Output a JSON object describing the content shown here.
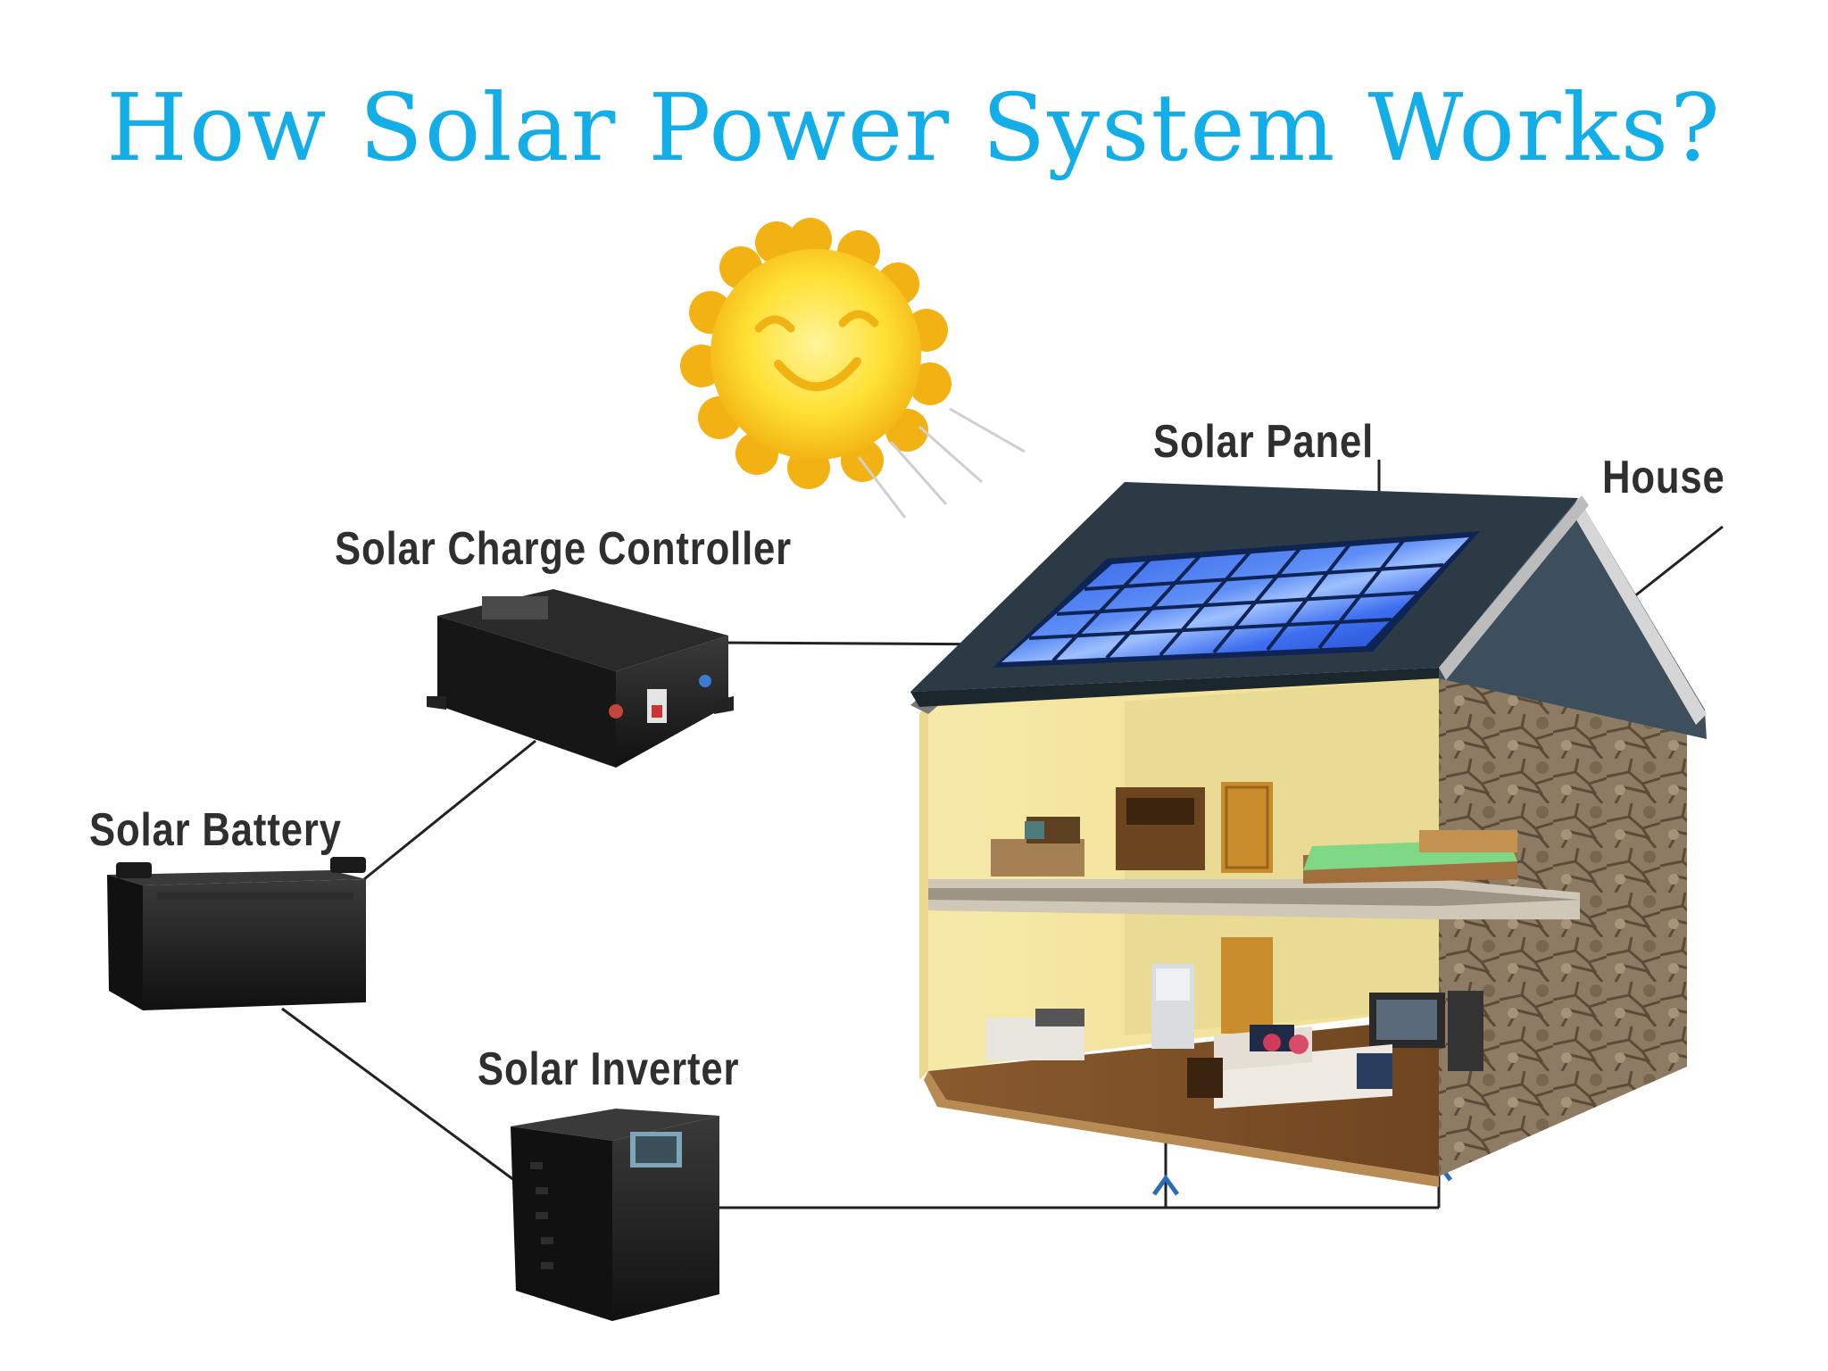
{
  "title": "How Solar Power System Works?",
  "labels": {
    "solar_panel": "Solar Panel",
    "house": "House",
    "charge_controller": "Solar Charge Controller",
    "battery": "Solar Battery",
    "inverter": "Solar Inverter"
  },
  "colors": {
    "title": "#13aee8",
    "label_text": "#2f2f2f",
    "sun": "#f5c518",
    "panel": "#1e4fd8",
    "roof": "#2a3a45",
    "wall": "#f3e7a3",
    "stone": "#7b6a55",
    "device": "#1a1a1a"
  },
  "icons": [
    "sun-icon",
    "solar-panel-icon",
    "house-icon",
    "charge-controller-icon",
    "battery-icon",
    "inverter-icon"
  ]
}
